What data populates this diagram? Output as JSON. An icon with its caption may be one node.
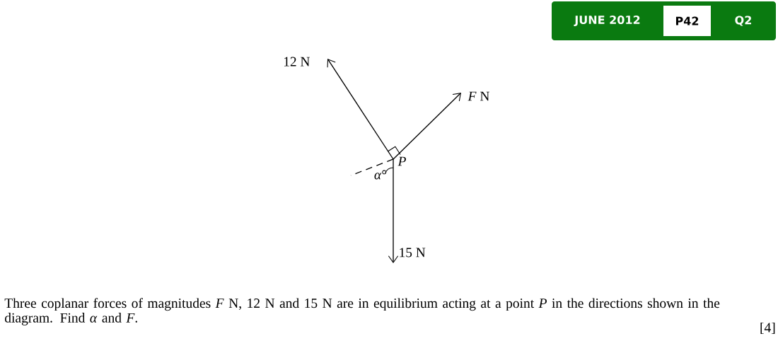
{
  "diagram": {
    "caption": "Three coplanar forces of magnitudes *F* N, 12 N and 15 N are in equilibrium acting at a point *P* in the directions shown in the diagram. Find *α* and *F*.",
    "labels": [
      "JUNE 2012",
      "P42",
      "Q2",
      "12 N",
      "*F* N",
      "*P*",
      "*α*°",
      "15 N",
      "[4]"
    ]
  }
}
